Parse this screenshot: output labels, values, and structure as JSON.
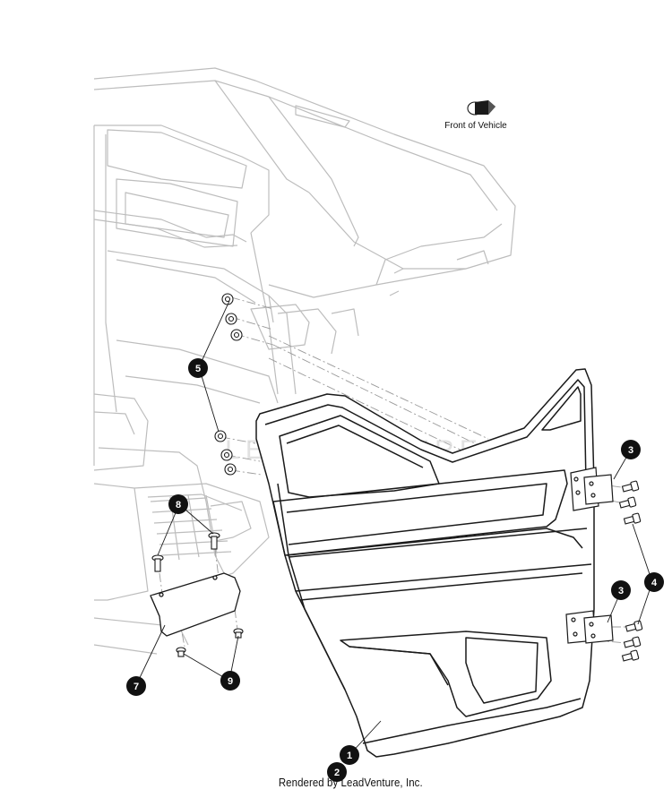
{
  "orientation_label": "Front of Vehicle",
  "watermark": "LEADVENTURE",
  "footer": "Rendered by LeadVenture, Inc.",
  "callouts": [
    {
      "id": "c1",
      "label": "1"
    },
    {
      "id": "c2",
      "label": "2"
    },
    {
      "id": "c3a",
      "label": "3"
    },
    {
      "id": "c3b",
      "label": "3"
    },
    {
      "id": "c4",
      "label": "4"
    },
    {
      "id": "c5",
      "label": "5"
    },
    {
      "id": "c7",
      "label": "7"
    },
    {
      "id": "c8",
      "label": "8"
    },
    {
      "id": "c9",
      "label": "9"
    }
  ],
  "colors": {
    "line_light": "#b8b8b8",
    "line_dark": "#1a1a1a",
    "callout_fill": "#111111"
  }
}
